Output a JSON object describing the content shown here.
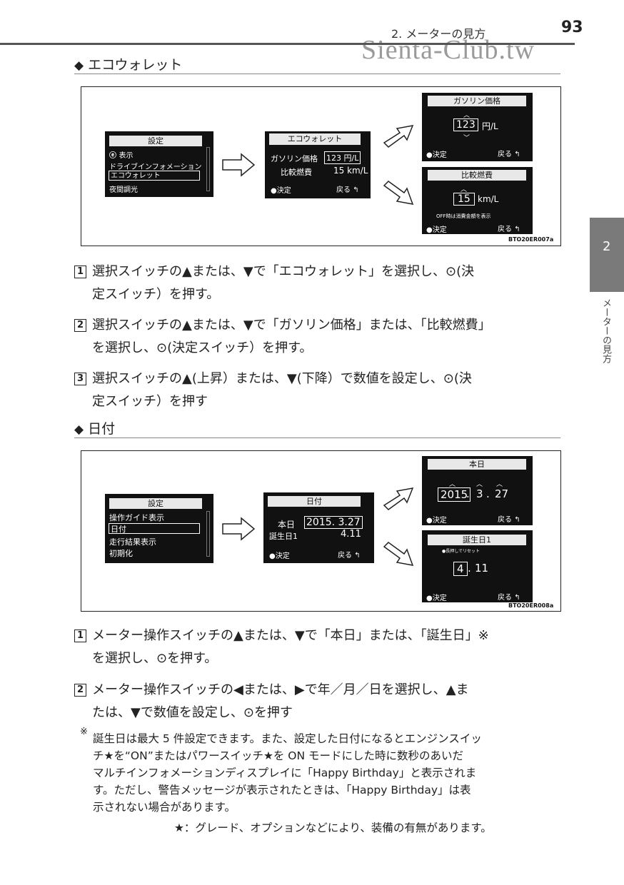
{
  "header": {
    "section": "2. メーターの見方",
    "page": "93",
    "watermark": "Sienta-Club.tw"
  },
  "side_tab": {
    "number": "2",
    "label": "メーターの見方"
  },
  "section1": {
    "title": "エコウォレット",
    "figure": {
      "menu": {
        "title": "設定",
        "items": [
          "表示",
          "ドライブインフォメーション",
          "エコウォレット",
          "夜間調光"
        ]
      },
      "eco": {
        "title": "エコウォレット",
        "row1_label": "ガソリン価格",
        "row1_value": "123 円/L",
        "row2_label": "比較燃費",
        "row2_value": "15 km/L",
        "ok": "●決定",
        "back": "戻る"
      },
      "gas": {
        "title": "ガソリン価格",
        "value": "123",
        "unit": "円/L",
        "ok": "●決定",
        "back": "戻る"
      },
      "fuel": {
        "title": "比較燃費",
        "value": "15",
        "unit": "km/L",
        "note": "OFF時は消費金額を表示",
        "ok": "●決定",
        "back": "戻る"
      },
      "code": "BTO20ER007a"
    },
    "steps": [
      {
        "num": "1",
        "line1": "選択スイッチの",
        "a": "または、",
        "b": "で「エコウォレット」を選択し、",
        "c": "(決",
        "line2": "定スイッチ）を押す。"
      },
      {
        "num": "2",
        "line1": "選択スイッチの",
        "a": "または、",
        "b": "で「ガソリン価格」または、「比較燃費」",
        "line2a": "を選択し、",
        "line2b": "(決定スイッチ）を押す。"
      },
      {
        "num": "3",
        "line1": "選択スイッチの",
        "a": "(上昇）または、",
        "b": "(下降）で数値を設定し、",
        "c": "(決",
        "line2": "定スイッチ）を押す"
      }
    ]
  },
  "section2": {
    "title": "日付",
    "figure": {
      "menu": {
        "title": "設定",
        "items": [
          "操作ガイド表示",
          "日付",
          "走行結果表示",
          "初期化"
        ]
      },
      "date": {
        "title": "日付",
        "row1_label": "本日",
        "row1_value": "2015. 3.27",
        "row2_label": "誕生日1",
        "row2_value": "4.11",
        "ok": "●決定",
        "back": "戻る"
      },
      "today": {
        "title": "本日",
        "year": "2015",
        "month": "3",
        "day": "27",
        "ok": "●決定",
        "back": "戻る"
      },
      "bday": {
        "title": "誕生日1",
        "note": "●長押しでリセット",
        "month": "4",
        "day": "11",
        "ok": "●決定",
        "back": "戻る"
      },
      "code": "BTO20ER008a"
    },
    "steps": [
      {
        "num": "1",
        "line1": "メーター操作スイッチの",
        "a": "または、",
        "b": "で「本日」または、「誕生日」※",
        "line2a": "を選択し、",
        "line2b": "を押す。"
      },
      {
        "num": "2",
        "line1": "メーター操作スイッチの",
        "a": "または、",
        "b": "で年／月／日を選択し、",
        "c": "ま",
        "line2a": "たは、",
        "line2b": "で数値を設定し、",
        "line2c": "を押す"
      }
    ],
    "footnote": {
      "mark": "※",
      "lines": [
        "誕生日は最大 5 件設定できます。また、設定した日付になるとエンジンスイッ",
        "チ★を“ON”またはパワースイッチ★を ON モードにした時に数秒のあいだ",
        "マルチインフォメーションディスプレイに「Happy Birthday」と表示されま",
        "す。ただし、警告メッセージが表示されたときは、「Happy Birthday」は表",
        "示されない場合があります。"
      ],
      "star_note": "★：グレード、オプションなどにより、装備の有無があります。"
    }
  }
}
